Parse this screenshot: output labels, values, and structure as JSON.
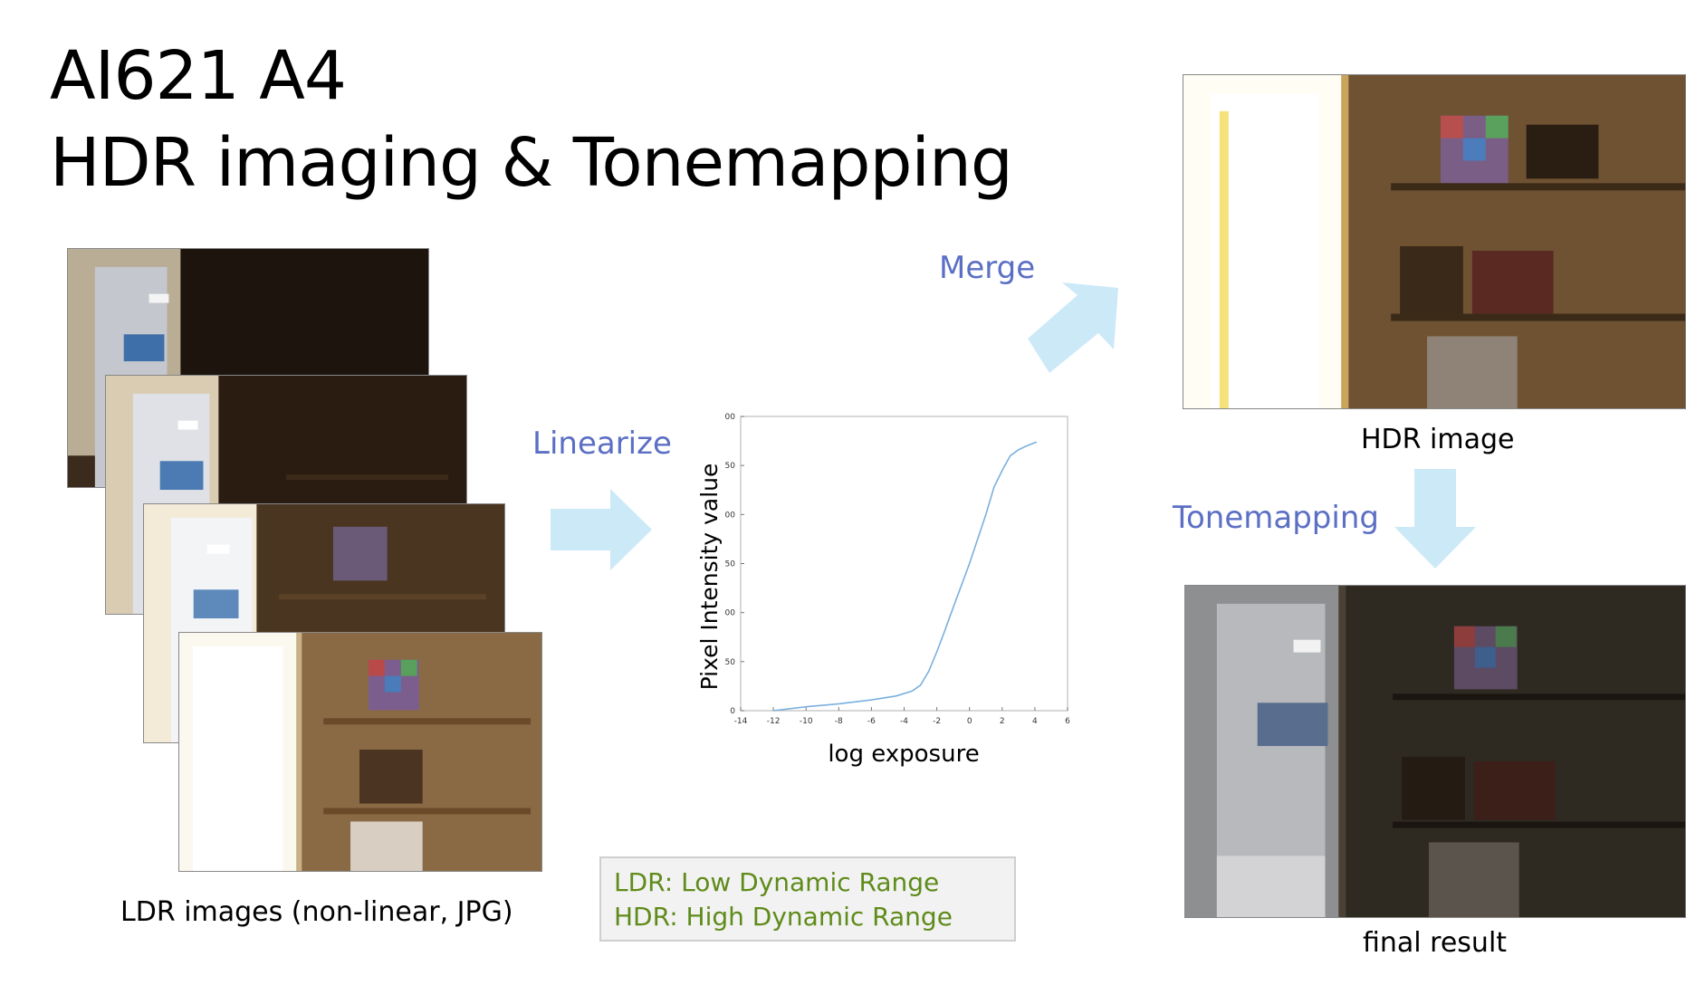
{
  "title": {
    "line1": "AI621 A4",
    "line2": "HDR imaging & Tonemapping"
  },
  "steps": {
    "linearize": "Linearize",
    "merge": "Merge",
    "tonemapping": "Tonemapping"
  },
  "captions": {
    "ldr": "LDR images (non-linear, JPG)",
    "hdr": "HDR image",
    "final": "final result"
  },
  "legend": {
    "line1": "LDR: Low Dynamic Range",
    "line2": "HDR: High Dynamic Range"
  },
  "colors": {
    "step_text": "#5b6fc4",
    "arrow_fill": "#cce9f8",
    "legend_text": "#5f8b1a",
    "curve": "#7ab0de"
  },
  "chart_data": {
    "type": "line",
    "xlabel": "log exposure",
    "ylabel": "Pixel Intensity value",
    "xlim": [
      -14,
      6
    ],
    "ylim": [
      0,
      300
    ],
    "x_ticks": [
      "-14",
      "-12",
      "-10",
      "-8",
      "-6",
      "-4",
      "-2",
      "0",
      "2",
      "4",
      "6"
    ],
    "y_ticks": [
      "0",
      "50",
      "00",
      "50",
      "00",
      "50",
      "00"
    ],
    "x": [
      -12,
      -10,
      -8,
      -6,
      -4.5,
      -3.5,
      -3,
      -2.5,
      -2,
      -1.5,
      -1,
      0,
      1,
      1.5,
      2,
      2.5,
      3,
      3.5,
      4.1
    ],
    "y": [
      0,
      4,
      7,
      11,
      15,
      20,
      26,
      40,
      60,
      82,
      105,
      150,
      200,
      228,
      245,
      260,
      266,
      270,
      274
    ]
  }
}
